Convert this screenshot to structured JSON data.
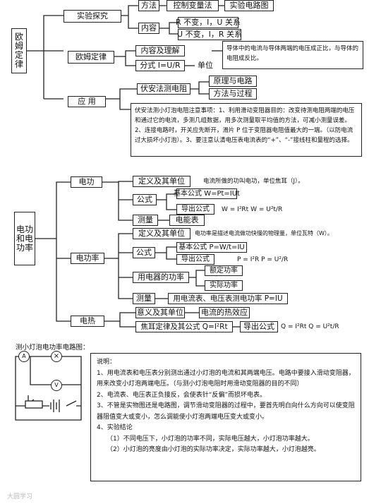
{
  "ohm": {
    "root": "欧姆定律",
    "experiment": "实验探究",
    "method": "方法",
    "control_var": "控制变量法",
    "circuit": "实验电路图",
    "content": "内容",
    "r_const": "R 不变，I，U 关系",
    "u_const": "U 不变，I，R 关系",
    "law": "欧姆定律",
    "content_understanding": "内容及理解",
    "formula": "分式 I=U/R",
    "unit": "单位",
    "law_note": "导体中的电流与导体两端的电压成正比，与导体的电阻成反比。",
    "application": "应 用",
    "voltammetry": "伏安法测电阻",
    "principle_circuit": "原理与电路",
    "method_process": "方法与过程",
    "bulb_note": "伏安法测小灯泡电阻注意事项：1、利用滑动变阻器目的：改变待测电阻两端的电压和通过它的电流，多测几组数据，用多次测量取平均值的方法，可减小测量误差。2、连接电路时，开关应先断开，滑片 P 位于变阻器电阻值最大的一端。（以防电流过大损坏小灯泡）。3、要注意认清电压表电流表的“+”、“-”接线柱和量程的选择。"
  },
  "power": {
    "root": "电功和电功率",
    "work": "电功",
    "def_unit": "定义及其单位",
    "work_def": "电流所做的功叫电功，单位焦耳（J）。",
    "formula": "公式",
    "basic_formula": "基本公式 W=Pt=IUt",
    "derived": "导出公式",
    "work_derived": "W = I²Rt   W = U²t/R",
    "measure": "测量",
    "energy_meter": "电能表",
    "power_node": "电功率",
    "def_unit2": "定义及其单位",
    "power_def": "电功率是描述电流做功快慢的物理量，单位瓦特（W）。",
    "formula2": "公式",
    "basic_formula2": "基本公式 P=W/t=IU",
    "derived2": "导出公式",
    "power_derived": "P = I²R     P = U²/R",
    "appliance_power": "用电器的功率",
    "rated_power": "额定功率",
    "actual_power": "实际功率",
    "measure2": "测量",
    "measure_method": "用电流表、电压表测电功率 P=IU",
    "heat": "电热",
    "meaning_unit": "意义及其单位",
    "heat_effect": "电流的热效应",
    "joule_law": "焦耳定律及其公式 Q=I²Rt",
    "derived3": "导出公式",
    "heat_derived": "Q = I²Rt    Q = U²t/R"
  },
  "lab": {
    "title": "测小灯泡电功率电路图：",
    "ammeter": "A",
    "voltmeter": "V",
    "note_title": "说明：",
    "note1": "1、用电流表和电压表分别测出通过小灯泡的电流和其两端电压。电路中要接入滑动变阻器，用来改变小灯泡两端电压。（与测小灯泡电阻时用滑动变阻器的目的不同）",
    "note2": "2、电流表、电压表正负接反，会使表针“反偏”而损坏电表。",
    "note3": "3、不管是实物图还是电路图，调节滑动变阻器的过程中，要首先明白向什么方向可以使变阻器阻值变大或变小，怎么调能使小灯泡两端电压变大或变小。",
    "note4": "4、实验结论",
    "concl1": "（1）不同电压下，小灯泡的功率不同，实际电压越大，小灯泡功率越大。",
    "concl2": "（2）小灯泡的亮度由小灯泡的实际功率决定，实际功率越大，小灯泡越亮。"
  },
  "watermark": "大圆学习"
}
